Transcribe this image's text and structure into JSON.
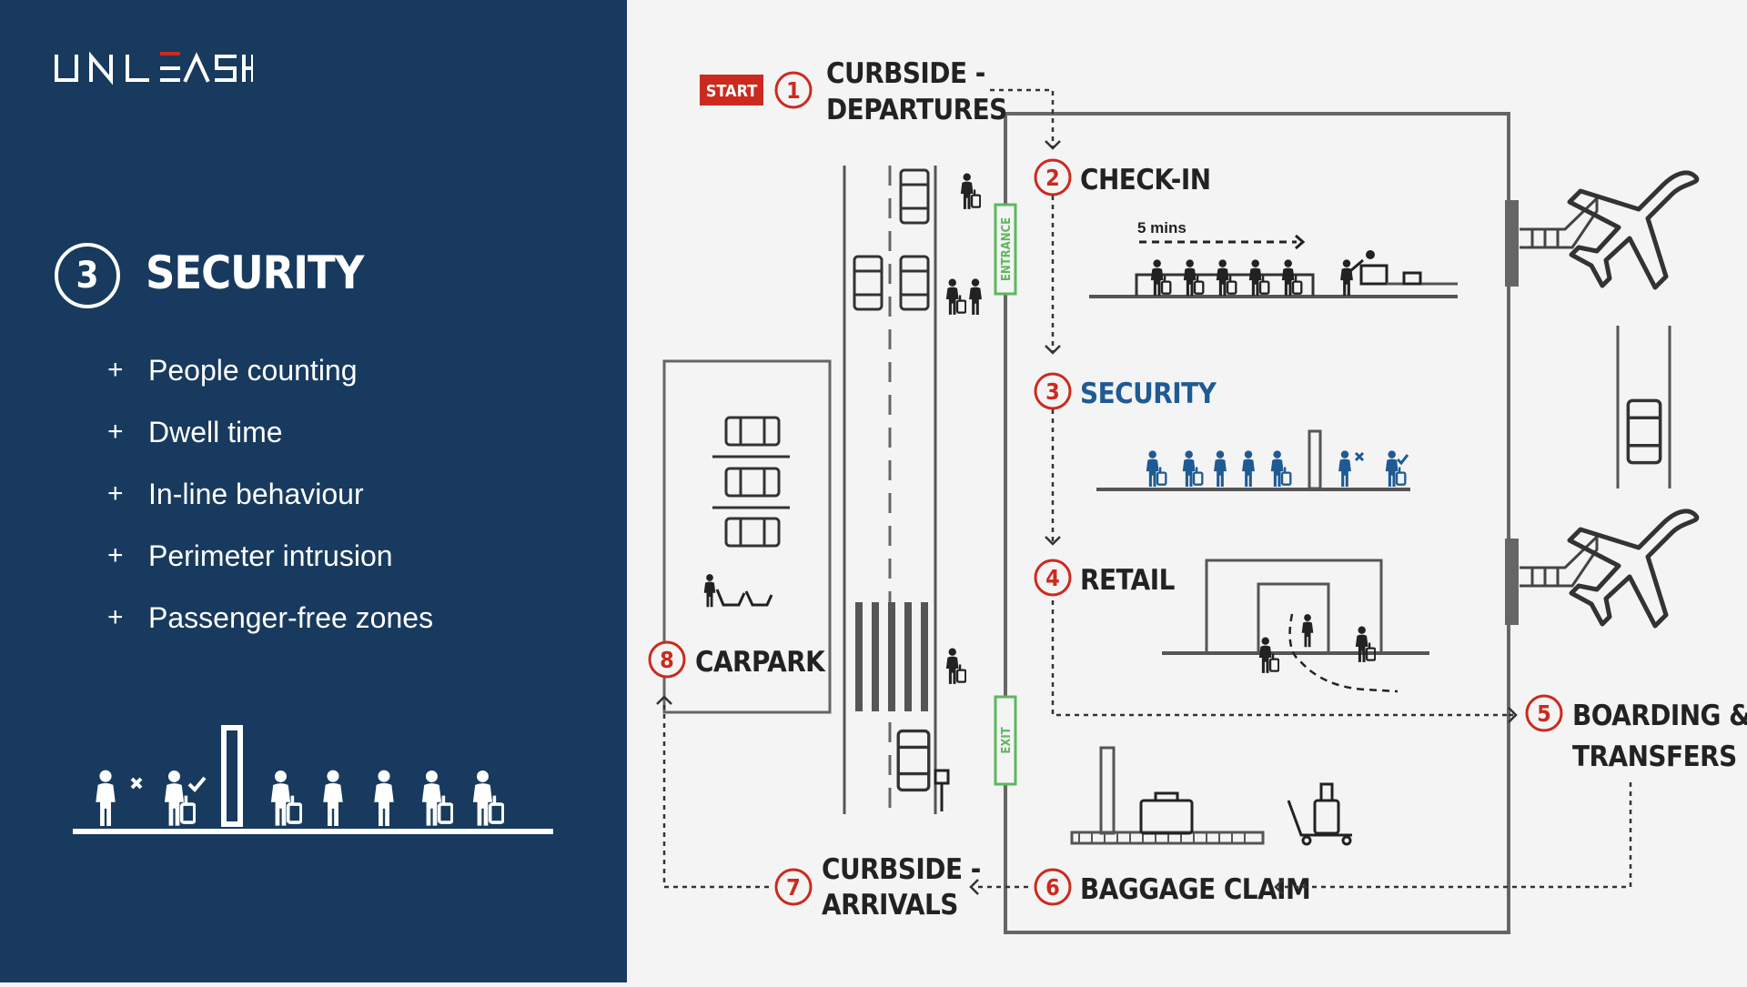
{
  "brand": {
    "logo_text": "UNLEASH"
  },
  "sidebar": {
    "step_number": "3",
    "title": "SECURITY",
    "features": [
      "People counting",
      "Dwell time",
      "In-line behaviour",
      "Perimeter intrusion",
      "Passenger-free zones"
    ]
  },
  "diagram": {
    "start_badge": "START",
    "steps": [
      {
        "num": "1",
        "line1": "CURBSIDE -",
        "line2": "DEPARTURES"
      },
      {
        "num": "2",
        "line1": "CHECK-IN",
        "line2": ""
      },
      {
        "num": "3",
        "line1": "SECURITY",
        "line2": ""
      },
      {
        "num": "4",
        "line1": "RETAIL",
        "line2": ""
      },
      {
        "num": "5",
        "line1": "BOARDING &",
        "line2": "TRANSFERS"
      },
      {
        "num": "6",
        "line1": "BAGGAGE CLAIM",
        "line2": ""
      },
      {
        "num": "7",
        "line1": "CURBSIDE -",
        "line2": "ARRIVALS"
      },
      {
        "num": "8",
        "line1": "CARPARK",
        "line2": ""
      }
    ],
    "checkin_wait": "5 mins",
    "entrance_label": "ENTRANCE",
    "exit_label": "EXIT"
  },
  "colors": {
    "navy": "#173a5e",
    "red": "#cc2a1e",
    "highlight": "#1f5a93",
    "green": "#4caf50",
    "stroke": "#666666",
    "ink": "#222222"
  },
  "icons": {
    "logo": "unleash-logo",
    "plane": "airplane-icon",
    "person": "person-icon",
    "luggage": "luggage-icon",
    "car": "car-icon",
    "gate": "security-gate-icon"
  }
}
